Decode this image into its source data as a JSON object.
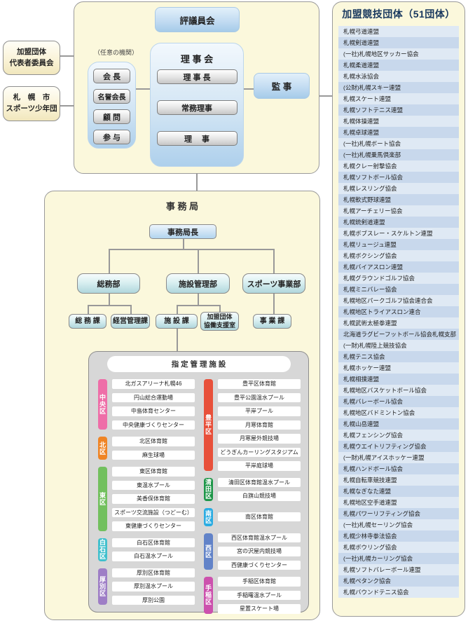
{
  "left_boxes": {
    "member_rep_committee": {
      "line1": "加盟団体",
      "line2": "代表者委員会"
    },
    "sports_youth": {
      "line1": "札　幌　市",
      "line2": "スポーツ少年団"
    }
  },
  "governance": {
    "council_label": "評議員会",
    "optional_note": "（任意の機関）",
    "optional_posts": [
      "会 長",
      "名誉会長",
      "顧 問",
      "参 与"
    ],
    "board": {
      "title": "理 事 会",
      "posts": [
        "理 事 長",
        "常務理事",
        "理　 事"
      ]
    },
    "auditor_label": "監 事"
  },
  "secretariat": {
    "title": "事 務 局",
    "director": "事務局長",
    "departments": [
      {
        "name": "総務部",
        "sections": [
          [
            "総 務 課"
          ],
          [
            "経営管理課"
          ]
        ]
      },
      {
        "name": "施設管理部",
        "sections": [
          [
            "施 設 課"
          ],
          [
            "加盟団体",
            "協働支援室"
          ]
        ]
      },
      {
        "name": "スポーツ事業部",
        "sections": [
          [
            "事 業 課"
          ]
        ]
      }
    ]
  },
  "facilities_panel": {
    "title": "指 定 管 理 施 設",
    "left_groups": [
      {
        "district": "中央区",
        "color": "#ee6ea8",
        "items": [
          "北ガスアリーナ札幌46",
          "円山総合運動場",
          "中島体育センター",
          "中央健康づくりセンター"
        ]
      },
      {
        "district": "北区",
        "color": "#ef8425",
        "items": [
          "北区体育館",
          "麻生球場"
        ]
      },
      {
        "district": "東区",
        "color": "#72c05e",
        "items": [
          "東区体育館",
          "東温水プール",
          "美香保体育館",
          "スポーツ交流施設（つどーむ）",
          "東健康づくりセンター"
        ]
      },
      {
        "district": "白石区",
        "color": "#41c0cd",
        "items": [
          "白石区体育館",
          "白石温水プール"
        ]
      },
      {
        "district": "厚別区",
        "color": "#9e7ec6",
        "items": [
          "厚別区体育館",
          "厚別温水プール",
          "厚別公園"
        ]
      }
    ],
    "right_groups": [
      {
        "district": "豊平区",
        "color": "#e8503a",
        "items": [
          "豊平区体育館",
          "豊平公園温水プール",
          "平岸プール",
          "月寒体育館",
          "月寒屋外競技場",
          "どうぎんカーリングスタジアム",
          "平岸庭球場"
        ]
      },
      {
        "district": "清田区",
        "color": "#1d9648",
        "items": [
          "清田区体育館温水プール",
          "白旗山競技場"
        ]
      },
      {
        "district": "南区",
        "color": "#2bace2",
        "items": [
          "南区体育館"
        ]
      },
      {
        "district": "西区",
        "color": "#6283c8",
        "items": [
          "西区体育館温水プール",
          "宮の沢屋内競技場",
          "西健康づくりセンター"
        ]
      },
      {
        "district": "手稲区",
        "color": "#cc51ad",
        "items": [
          "手稲区体育館",
          "手稲曙温水プール",
          "星置スケート場"
        ]
      }
    ]
  },
  "affiliated_panel": {
    "title": "加盟競技団体（51団体）",
    "row_colors": {
      "odd": "#dfe9f4",
      "even": "#c8d8ec"
    },
    "organizations": [
      "札幌弓道連盟",
      "札幌剣道連盟",
      "(一社)札幌地区サッカー協会",
      "札幌柔道連盟",
      "札幌水泳協会",
      "(公財)札幌スキー連盟",
      "札幌スケート連盟",
      "札幌ソフトテニス連盟",
      "札幌体操連盟",
      "札幌卓球連盟",
      "(一社)札幌ボート協会",
      "(一社)札幌乗馬倶楽部",
      "札幌クレー射撃協会",
      "札幌ソフトボール協会",
      "札幌レスリング協会",
      "札幌軟式野球連盟",
      "札幌アーチェリー協会",
      "札幌銃剣道連盟",
      "札幌ボブスレー・スケルトン連盟",
      "札幌リュージュ連盟",
      "札幌ボクシング協会",
      "札幌バイアスロン連盟",
      "札幌グラウンドゴルフ協会",
      "札幌ミニバレー協会",
      "札幌地区パークゴルフ協会連合会",
      "札幌地区トライアスロン連合",
      "札幌武術太極拳連盟",
      "北海道ラグビーフットボール協会札幌支部",
      "(一財)札幌陸上競技協会",
      "札幌テニス協会",
      "札幌ホッケー連盟",
      "札幌相撲連盟",
      "札幌地区バスケットボール協会",
      "札幌バレーボール協会",
      "札幌地区バドミントン協会",
      "札幌山岳連盟",
      "札幌フェンシング協会",
      "札幌ウエイトリフティング協会",
      "(一財)札幌アイスホッケー連盟",
      "札幌ハンドボール協会",
      "札幌自転車競技連盟",
      "札幌なぎなた連盟",
      "札幌地区空手道連盟",
      "札幌パワーリフティング協会",
      "(一社)札幌セーリング協会",
      "札幌少林寺拳法協会",
      "札幌ボウリング協会",
      "(一社)札幌カーリング協会",
      "札幌ソフトバレーボール連盟",
      "札幌ペタンク協会",
      "札幌バウンドテニス協会"
    ]
  }
}
